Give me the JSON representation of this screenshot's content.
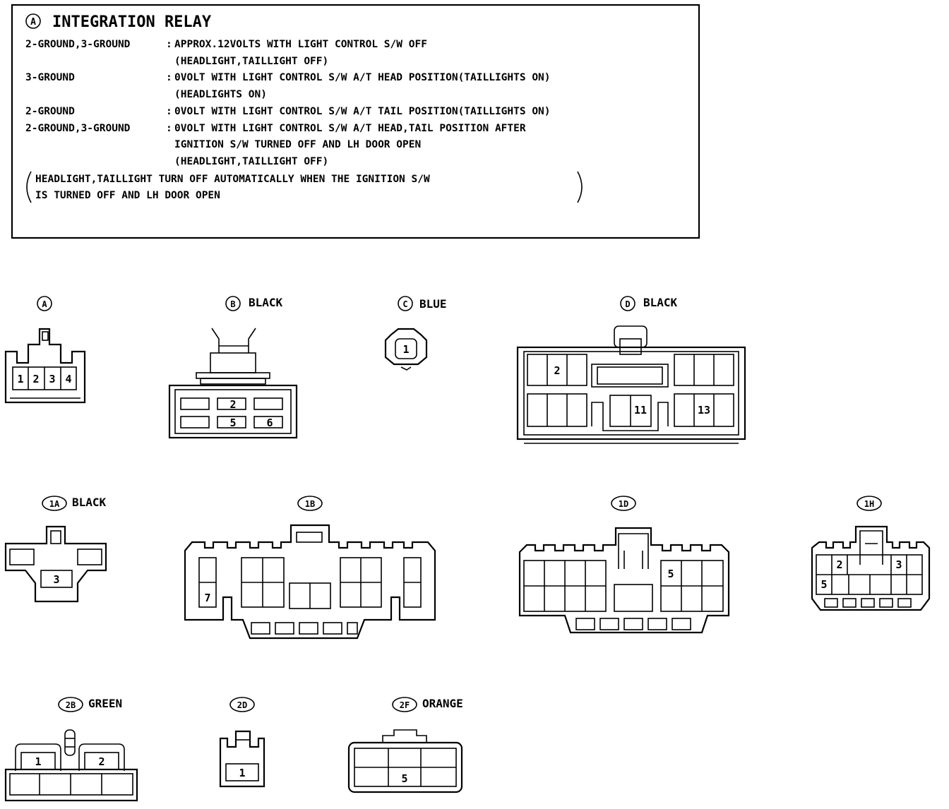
{
  "note": {
    "marker": "A",
    "title": "INTEGRATION RELAY",
    "rows": [
      {
        "pins": "2-GROUND,3-GROUND",
        "sep": ":",
        "lines": [
          "APPROX.12VOLTS WITH LIGHT CONTROL S/W OFF",
          "(HEADLIGHT,TAILLIGHT OFF)"
        ]
      },
      {
        "pins": "3-GROUND",
        "sep": ":",
        "lines": [
          "0VOLT WITH LIGHT CONTROL S/W A/T HEAD POSITION(TAILLIGHTS ON)",
          "(HEADLIGHTS ON)"
        ]
      },
      {
        "pins": "2-GROUND",
        "sep": ":",
        "lines": [
          "0VOLT WITH LIGHT CONTROL S/W A/T TAIL POSITION(TAILLIGHTS ON)"
        ]
      },
      {
        "pins": "2-GROUND,3-GROUND",
        "sep": ":",
        "lines": [
          "0VOLT WITH LIGHT CONTROL S/W A/T HEAD,TAIL POSITION AFTER",
          "IGNITION S/W TURNED OFF AND LH DOOR OPEN",
          "(HEADLIGHT,TAILLIGHT OFF)"
        ]
      }
    ],
    "remark": [
      "HEADLIGHT,TAILLIGHT TURN OFF AUTOMATICALLY WHEN THE IGNITION S/W",
      "IS TURNED OFF AND LH DOOR OPEN"
    ]
  },
  "connectors": {
    "A": {
      "code": "A",
      "color": "",
      "pins": [
        "1",
        "2",
        "3",
        "4"
      ]
    },
    "B": {
      "code": "B",
      "color": "BLACK",
      "pins": [
        "2",
        "5",
        "6"
      ]
    },
    "C": {
      "code": "C",
      "color": "BLUE",
      "pins": [
        "1"
      ]
    },
    "D": {
      "code": "D",
      "color": "BLACK",
      "pins": [
        "2",
        "11",
        "13"
      ]
    },
    "1A": {
      "code": "1A",
      "color": "BLACK",
      "pins": [
        "3"
      ]
    },
    "1B": {
      "code": "1B",
      "color": "",
      "pins": [
        "7"
      ]
    },
    "1D": {
      "code": "1D",
      "color": "",
      "pins": [
        "5"
      ]
    },
    "1H": {
      "code": "1H",
      "color": "",
      "pins": [
        "2",
        "3",
        "5"
      ]
    },
    "2B": {
      "code": "2B",
      "color": "GREEN",
      "pins": [
        "1",
        "2"
      ]
    },
    "2D": {
      "code": "2D",
      "color": "",
      "pins": [
        "1"
      ]
    },
    "2F": {
      "code": "2F",
      "color": "ORANGE",
      "pins": [
        "5"
      ]
    }
  }
}
